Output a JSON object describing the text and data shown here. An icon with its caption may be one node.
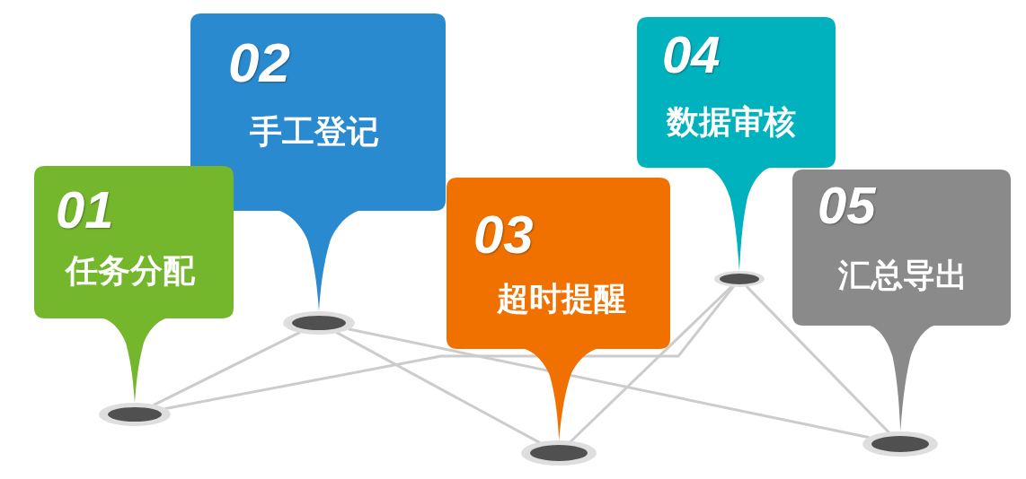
{
  "diagram": {
    "nodes": [
      {
        "text": [
          "01",
          "任务分配"
        ]
      },
      {
        "text": [
          "02",
          "手工登记"
        ]
      },
      {
        "text": [
          "03",
          "超时提醒"
        ]
      },
      {
        "text": [
          "04",
          "数据审核"
        ]
      },
      {
        "text": [
          "05",
          "汇总导出"
        ]
      },
      {
        "text": [],
        "shape": "ellipse"
      },
      {
        "text": [],
        "shape": "ellipse"
      },
      {
        "text": [],
        "shape": "ellipse"
      },
      {
        "text": [],
        "shape": "ellipse"
      },
      {
        "text": [],
        "shape": "ellipse"
      }
    ],
    "edges": [
      {
        "from": 5,
        "to": 6,
        "arrow": "none"
      },
      {
        "from": 5,
        "to": 8,
        "arrow": "none"
      },
      {
        "from": 6,
        "to": 7,
        "arrow": "none"
      },
      {
        "from": 6,
        "to": 9,
        "arrow": "none"
      },
      {
        "from": 7,
        "to": 8,
        "arrow": "none"
      },
      {
        "from": 8,
        "to": 9,
        "arrow": "none"
      },
      {
        "from": 0,
        "to": 5,
        "arrow": "none",
        "color": "#74b72c"
      },
      {
        "from": 1,
        "to": 6,
        "arrow": "none",
        "color": "#2a8ad0"
      },
      {
        "from": 2,
        "to": 7,
        "arrow": "none",
        "color": "#f07100"
      },
      {
        "from": 3,
        "to": 8,
        "arrow": "none",
        "color": "#00b2bd"
      },
      {
        "from": 4,
        "to": 9,
        "arrow": "none",
        "color": "#8a8a8a"
      }
    ]
  }
}
